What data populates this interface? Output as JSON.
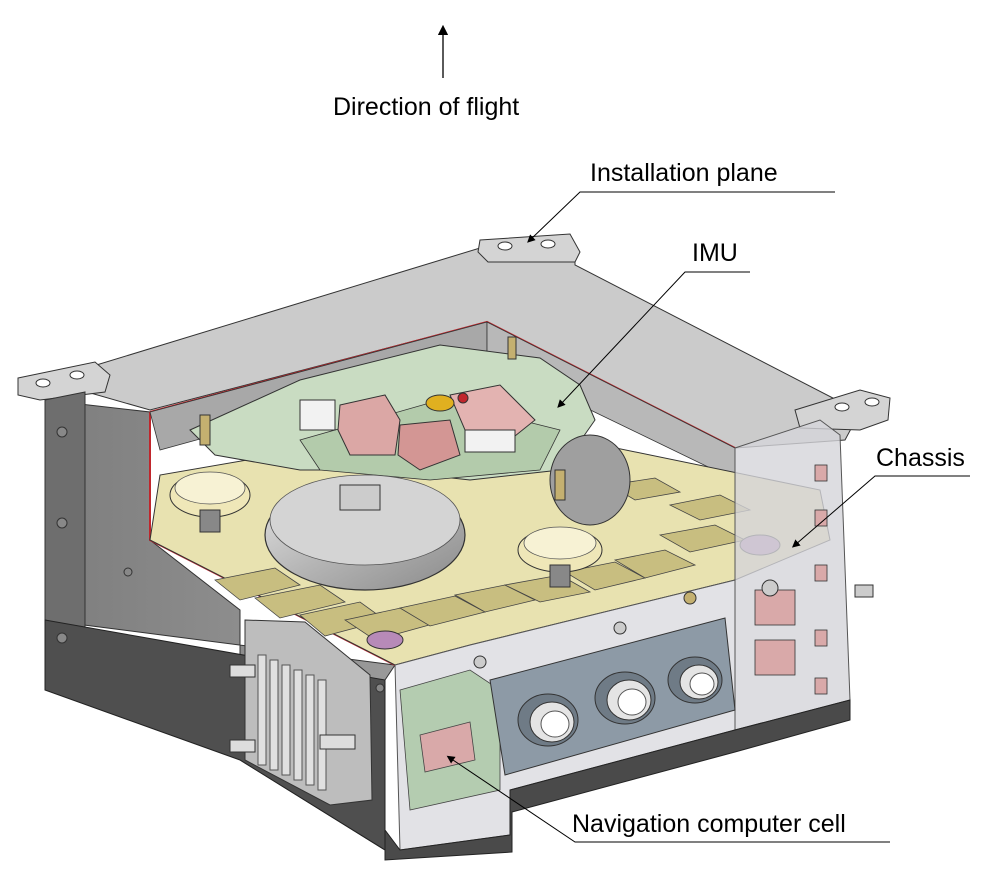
{
  "labels": {
    "direction_of_flight": "Direction of flight",
    "installation_plane": "Installation plane",
    "imu": "IMU",
    "chassis": "Chassis",
    "navigation_computer_cell": "Navigation computer cell"
  },
  "colors": {
    "chassis_top": "#c9c9c9",
    "chassis_side": "#8c8c8c",
    "chassis_dark": "#5e5e5e",
    "cut_edge": "#c0262c",
    "tray": "#e8e2b0",
    "imu_frame": "#c9dcc2",
    "imu_block": "#dba7a5",
    "sensor_drum": "#b9b9b9",
    "transparent_panel": "#d8d8de",
    "connector_plate": "#8d9aa6",
    "isolator": "#efe7b8"
  }
}
